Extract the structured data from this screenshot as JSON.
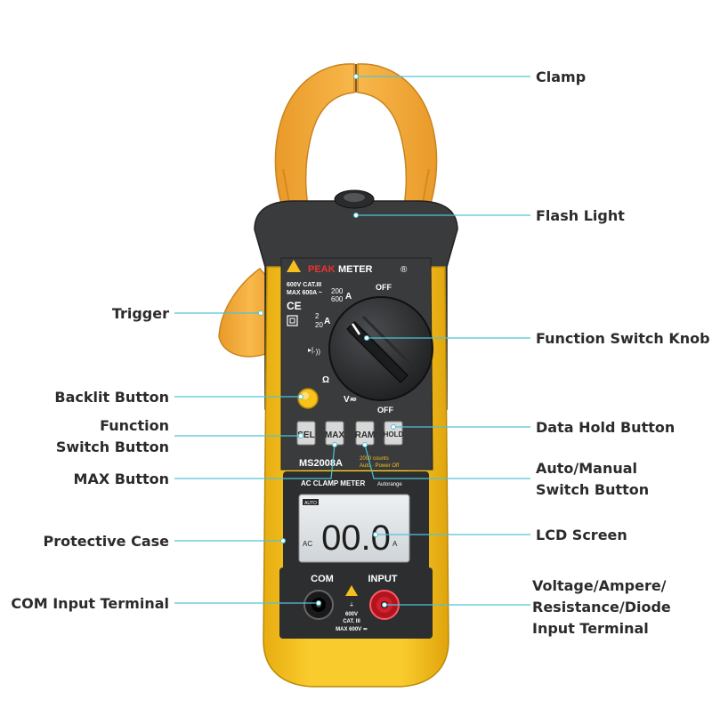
{
  "labels": {
    "clamp": "Clamp",
    "flash_light": "Flash Light",
    "trigger": "Trigger",
    "function_switch_knob": "Function Switch Knob",
    "backlit_button": "Backlit Button",
    "function_switch_button": [
      "Function",
      "Switch Button"
    ],
    "data_hold_button": "Data Hold Button",
    "max_button": "MAX Button",
    "auto_manual_button": [
      "Auto/Manual",
      "Switch Button"
    ],
    "protective_case": "Protective Case",
    "lcd_screen": "LCD Screen",
    "com_input_terminal": "COM Input Terminal",
    "input_terminal": [
      "Voltage/Ampere/",
      "Resistance/Diode",
      "Input Terminal"
    ]
  },
  "device": {
    "brand_peak": "PEAK",
    "brand_meter": "METER",
    "registered": "®",
    "rating_line1": "600V CAT.III",
    "rating_line2": "MAX 600A ~",
    "ce_mark": "CE",
    "range_200": "200",
    "range_600": "600",
    "range_2": "2",
    "range_20": "20",
    "unit_a": "A",
    "off_top": "OFF",
    "off_bottom": "OFF",
    "ohm": "Ω",
    "volt": "V≂",
    "btn_sel": "SEL",
    "btn_max": "MAX",
    "btn_ram": "RAM",
    "btn_hold": "HOLD",
    "model": "MS2008A",
    "counts_line1": "2000 counts",
    "counts_line2": "Auto · Power Off",
    "ac_clamp_meter": "AC CLAMP METER",
    "autorange": "Autorange",
    "lcd_auto": "AUTO",
    "lcd_value": "00.0",
    "lcd_ac": "AC",
    "lcd_unit": "A",
    "com_label": "COM",
    "input_label": "INPUT",
    "term_line1": "600V",
    "term_line2": "CAT. III",
    "term_line3": "MAX 600V ≂"
  },
  "colors": {
    "body_yellow": "#f7c21c",
    "clamp_orange": "#f5ab3a",
    "dark_gray": "#3a3b3d",
    "lcd_bg": "#dfe3e6",
    "leader_line": "#4fc3d6",
    "input_red": "#d21f2c"
  }
}
